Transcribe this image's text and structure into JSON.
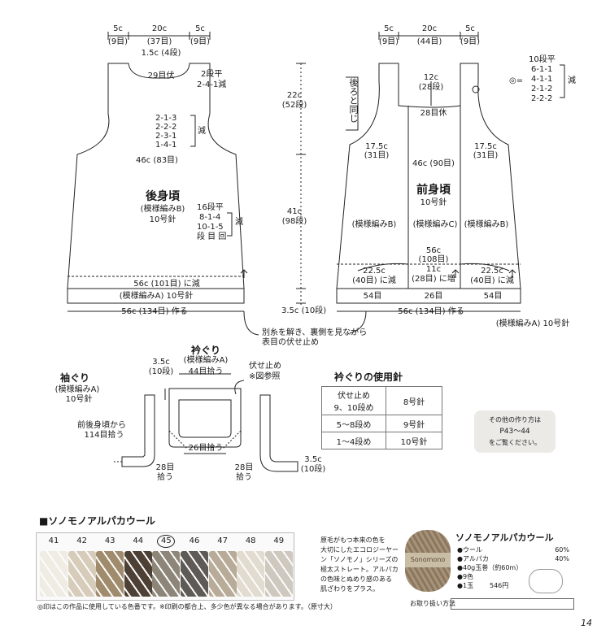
{
  "back": {
    "top_widths": [
      "5c",
      "20c",
      "5c"
    ],
    "top_sts": [
      "(9目)",
      "(37目)",
      "(9目)"
    ],
    "neck_depth": "1.5c (4段)",
    "neck_bind": "29目伏",
    "neck_dec": [
      "2段平",
      "2-4-1減"
    ],
    "armhole_dec": [
      "2-1-3",
      "2-2-2",
      "2-3-1",
      "1-4-1"
    ],
    "armhole_dec_mark": "減",
    "chest": "46c (83目)",
    "title": "後身頃",
    "pattern": "(模様編みB)",
    "needle": "10号針",
    "side_dec": [
      "16段平",
      "8-1-4",
      "10-1-5",
      "段 目 回"
    ],
    "side_dec_mark": "減",
    "hem_dec": "56c (101目) に減",
    "hem_band": "(模様編みA) 10号針",
    "cast_on": "56c (134目) 作る",
    "height_upper": [
      "22c",
      "(52段)"
    ],
    "height_lower": [
      "41c",
      "(98段)"
    ],
    "hem_height": "3.5c (10段)"
  },
  "front": {
    "top_widths": [
      "5c",
      "20c",
      "5c"
    ],
    "top_sts": [
      "(9目)",
      "(44目)",
      "(9目)"
    ],
    "neck_depth": [
      "12c",
      "(28段)"
    ],
    "center_bind": "28目休",
    "same_as_back": "後ろと同じ",
    "strap_width": [
      "17.5c",
      "(31目)"
    ],
    "chest": "46c (90目)",
    "title": "前身頃",
    "needle": "10号針",
    "pattern_b": "(模様編みB)",
    "pattern_c": "(模様編みC)",
    "center_width": [
      "56c",
      "(108目)"
    ],
    "side_width": [
      "22.5c",
      "(40目) に減"
    ],
    "center_inc": [
      "11c",
      "(28目) に増"
    ],
    "hem_sts": [
      "54目",
      "26目",
      "54目"
    ],
    "cast_on": "56c (134目) 作る",
    "hem_band": "(模様編みA) 10号針",
    "dec_schedule": [
      "10段平",
      "6-1-1",
      "4-1-1",
      "2-1-2",
      "2-2-2"
    ],
    "dec_mark": "減",
    "circle_mark": "◎="
  },
  "provisional_note": [
    "別糸を解き、裏側を見ながら",
    "表目の伏せ止め"
  ],
  "armhole": {
    "title": "袖ぐり",
    "pattern": "(模様編みA)",
    "needle": "10号針",
    "pickup": [
      "前後身頃から",
      "114目拾う"
    ]
  },
  "neckline": {
    "title": "衿ぐり",
    "pattern": "(模様編みA)",
    "left_height": [
      "3.5c",
      "(10段)"
    ],
    "top_pickup": "44目拾う",
    "bind": [
      "伏せ止め",
      "※図参照"
    ],
    "bottom_pickup": "26目拾う",
    "side_pickup_l": [
      "28目",
      "拾う"
    ],
    "side_pickup_r": [
      "28目",
      "拾う"
    ],
    "right_height": [
      "3.5c",
      "(10段)"
    ]
  },
  "needle_table": {
    "title": "衿ぐりの使用針",
    "rows": [
      [
        "伏せ止め\n9、10段め",
        "8号針"
      ],
      [
        "5〜8段め",
        "9号針"
      ],
      [
        "1〜4段め",
        "10号針"
      ]
    ]
  },
  "other_note": [
    "その他の作り方は",
    "P43〜44",
    "をご覧ください。"
  ],
  "yarn_section_title": "■ソノモノアルパカウール",
  "swatches": [
    {
      "label": "41",
      "color": "#efece3"
    },
    {
      "label": "42",
      "color": "#d7ccba"
    },
    {
      "label": "43",
      "color": "#a08b6c"
    },
    {
      "label": "44",
      "color": "#4e4034"
    },
    {
      "label": "45",
      "color": "#8d8578"
    },
    {
      "label": "46",
      "color": "#5e5a55"
    },
    {
      "label": "47",
      "color": "#b8ab98"
    },
    {
      "label": "48",
      "color": "#e2dbcf"
    },
    {
      "label": "49",
      "color": "#cfc8be"
    }
  ],
  "selected_swatch": "45",
  "swatch_note": "◎印はこの作品に使用している色番です。※印刷の都合上、多少色が異なる場合があります。（原寸大）",
  "product": {
    "description": [
      "原毛がもつ本来の色を",
      "大切にしたエコロジーヤー",
      "ン「ソノモノ」シリーズの",
      "極太ストレート。アルパカ",
      "の色味とぬめり感のある",
      "肌ざわりをプラス。"
    ],
    "name": "ソノモノアルパカウール",
    "specs": [
      [
        "●ウール",
        "60%"
      ],
      [
        "●アルパカ",
        "40%"
      ],
      [
        "●40g玉巻（約60m）",
        ""
      ],
      [
        "●9色",
        ""
      ],
      [
        "●1玉",
        "546円"
      ]
    ],
    "care_label": "お取り扱い方法",
    "ball_label": "Sonomono"
  },
  "page_number": "14"
}
